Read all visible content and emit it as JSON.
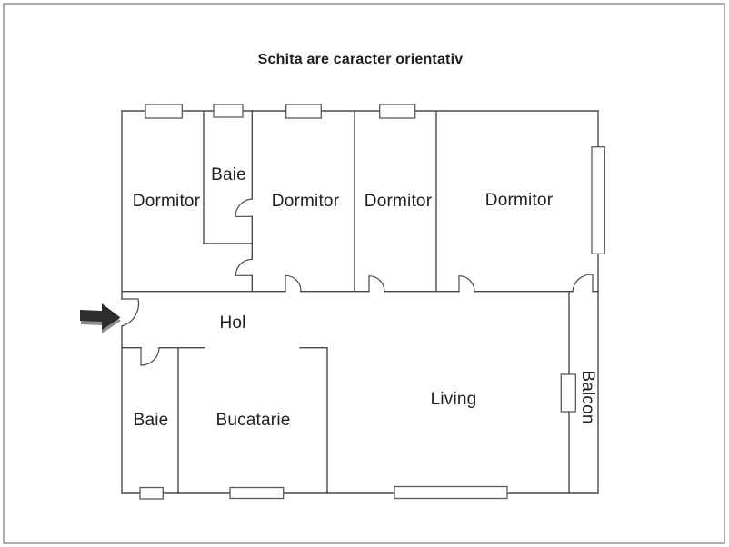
{
  "title": "Schita are caracter orientativ",
  "plan": {
    "rooms": {
      "dormitor_1": "Dormitor",
      "baie_top": "Baie",
      "dormitor_2": "Dormitor",
      "dormitor_3": "Dormitor",
      "dormitor_4": "Dormitor",
      "hol": "Hol",
      "baie_bottom": "Baie",
      "bucatarie": "Bucatarie",
      "living": "Living",
      "balcon": "Balcon"
    }
  },
  "colors": {
    "background": "#ffffff",
    "frame": "#9a9a9a",
    "wall": "#4a4a4a",
    "window_stroke": "#5a5a5a",
    "text": "#1f1f1f",
    "arrow_dark": "#2d2d2d",
    "arrow_shadow": "#8f8f8f"
  }
}
